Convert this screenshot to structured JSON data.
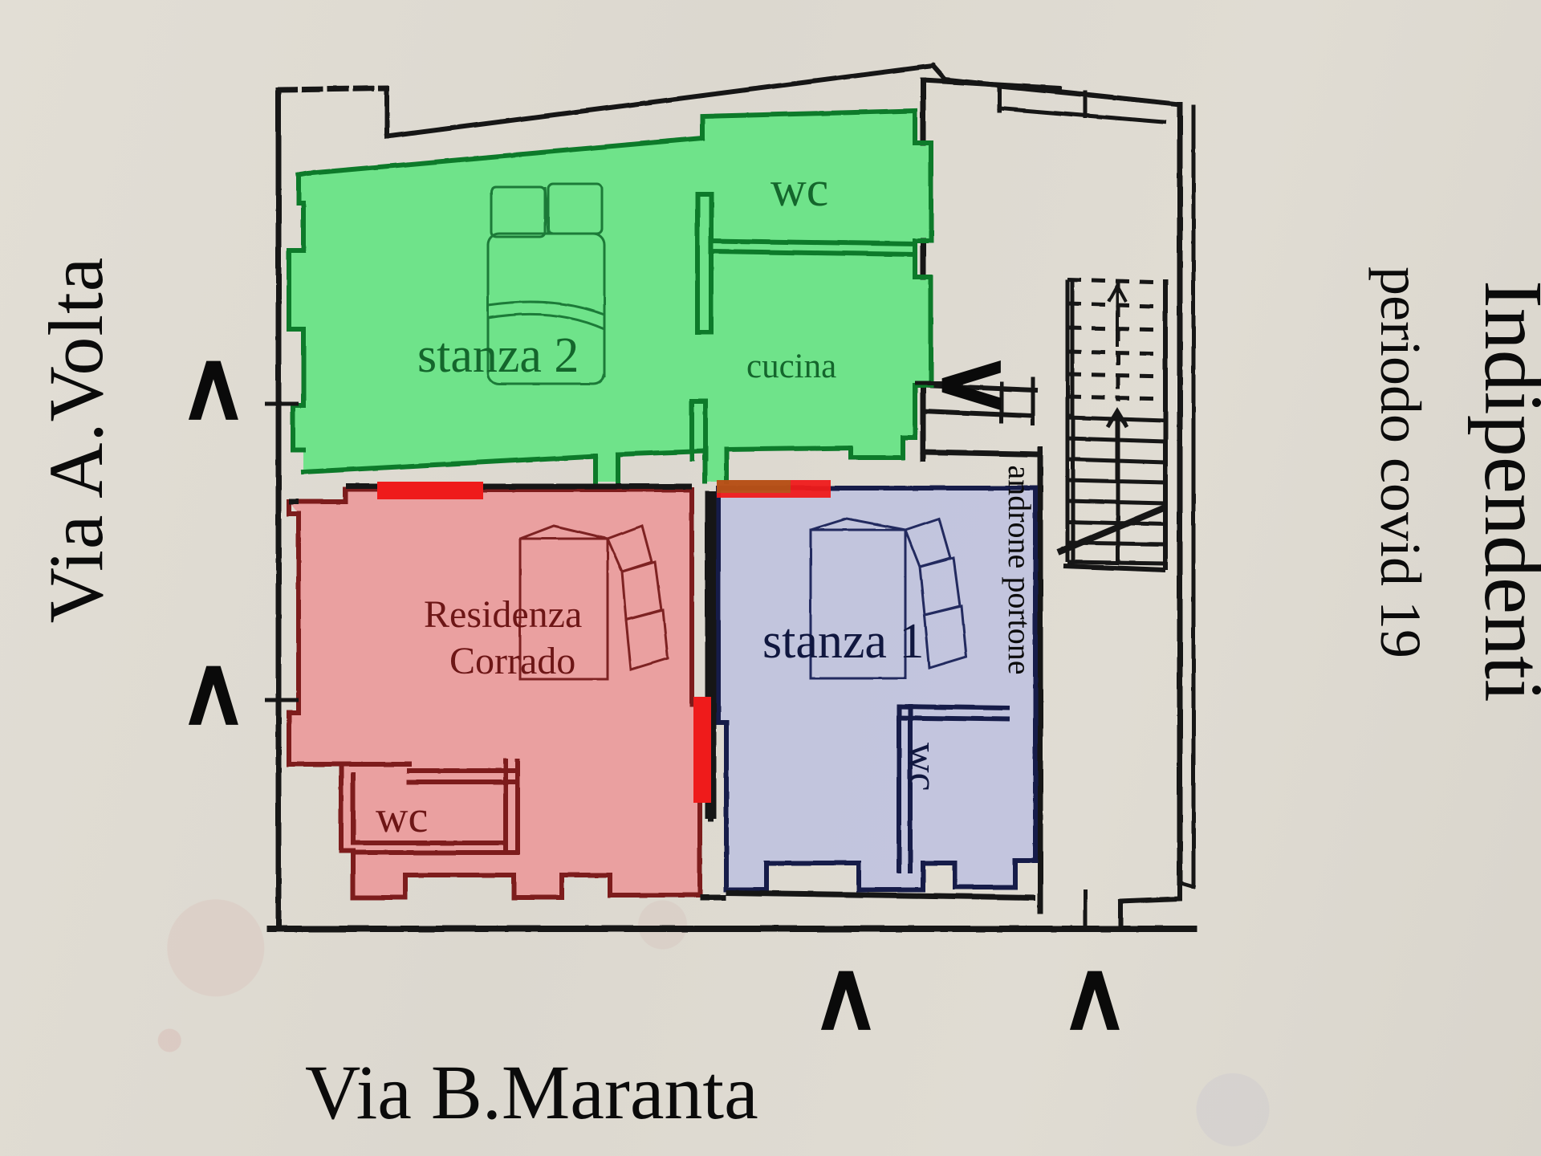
{
  "document": {
    "kind": "floor-plan",
    "paper_color": "#dedad1"
  },
  "title": {
    "main": "Indipendenti",
    "subtitle": "periodo covid 19"
  },
  "streets": {
    "left": "Via A.Volta",
    "bottom": "Via B.Maranta"
  },
  "common": {
    "androne": "androne portone"
  },
  "units": [
    {
      "id": "unit-green",
      "name": "stanza 2",
      "color": "#66e583",
      "outline": "#0d7a2c",
      "label_color": "#14662c",
      "rooms": [
        "stanza 2",
        "wc",
        "cucina"
      ]
    },
    {
      "id": "unit-red",
      "name": "Residenza Corrado",
      "color": "#eb9d9d",
      "outline": "#7d1a1a",
      "label_color": "#6d1616",
      "rooms": [
        "Residenza Corrado",
        "wc"
      ]
    },
    {
      "id": "unit-blue",
      "name": "stanza 1",
      "color": "#c0c3dd",
      "outline": "#161d49",
      "label_color": "#10173f",
      "rooms": [
        "stanza 1",
        "wc"
      ]
    }
  ],
  "labels": {
    "green_room": "stanza 2",
    "green_wc": "wc",
    "green_kitchen": "cucina",
    "red_name_line1": "Residenza",
    "red_name_line2": "Corrado",
    "red_wc": "wc",
    "blue_room": "stanza 1",
    "blue_wc": "wc"
  },
  "entries": {
    "glyph": "∧",
    "items": [
      {
        "name": "entry-left-upper",
        "position": "Via A.Volta north"
      },
      {
        "name": "entry-left-lower",
        "position": "Via A.Volta south"
      },
      {
        "name": "entry-courtyard",
        "position": "interior courtyard"
      },
      {
        "name": "entry-bottom-left",
        "position": "Via B.Maranta stanza 1"
      },
      {
        "name": "entry-bottom-right",
        "position": "Via B.Maranta androne"
      }
    ]
  },
  "markers": {
    "blocked_door_color": "#ef1b1b",
    "blocked_doors": [
      {
        "name": "blocked-door-green-red",
        "orientation": "horizontal"
      },
      {
        "name": "blocked-door-green-blue",
        "orientation": "horizontal"
      },
      {
        "name": "blocked-door-red-blue",
        "orientation": "vertical"
      }
    ]
  },
  "stairs": {
    "name": "stairs",
    "direction_glyph": "↑",
    "treads_visible": 7,
    "treads_dashed": 5
  }
}
